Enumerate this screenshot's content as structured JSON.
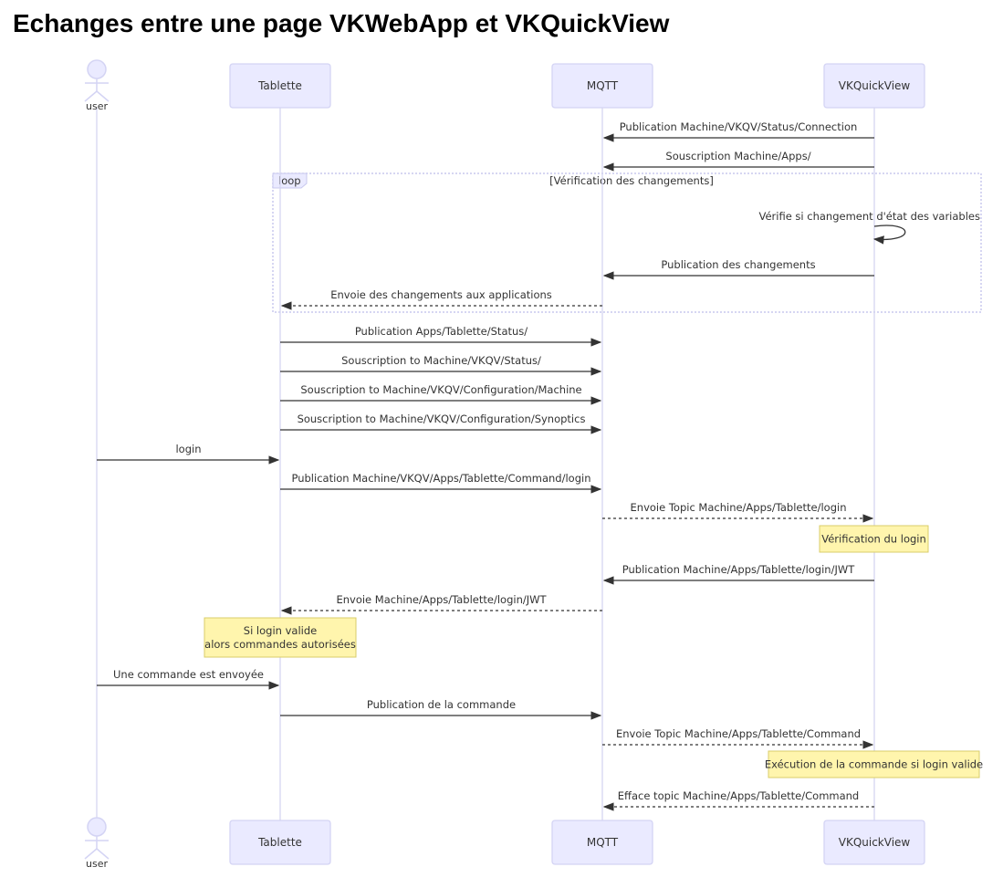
{
  "title": "Echanges entre une page VKWebApp et VKQuickView",
  "participants": [
    {
      "id": "user",
      "label": "user",
      "kind": "person"
    },
    {
      "id": "tablette",
      "label": "Tablette",
      "kind": "box"
    },
    {
      "id": "mqtt",
      "label": "MQTT",
      "kind": "box"
    },
    {
      "id": "vkqv",
      "label": "VKQuickView",
      "kind": "box"
    }
  ],
  "loop": {
    "keyword": "loop",
    "label": "[Vérification des changements]"
  },
  "messages": [
    {
      "from": "vkqv",
      "to": "mqtt",
      "label": "Publication Machine/VKQV/Status/Connection",
      "style": "solid"
    },
    {
      "from": "vkqv",
      "to": "mqtt",
      "label": "Souscription Machine/Apps/",
      "style": "solid"
    },
    {
      "from": "vkqv",
      "to": "vkqv",
      "label": "Vérifie si changement d'état des variables",
      "style": "solid"
    },
    {
      "from": "vkqv",
      "to": "mqtt",
      "label": "Publication des changements",
      "style": "solid"
    },
    {
      "from": "mqtt",
      "to": "tablette",
      "label": "Envoie des changements aux applications",
      "style": "dashed"
    },
    {
      "from": "tablette",
      "to": "mqtt",
      "label": "Publication Apps/Tablette/Status/",
      "style": "solid"
    },
    {
      "from": "tablette",
      "to": "mqtt",
      "label": "Souscription to Machine/VKQV/Status/",
      "style": "solid"
    },
    {
      "from": "tablette",
      "to": "mqtt",
      "label": "Souscription to Machine/VKQV/Configuration/Machine",
      "style": "solid"
    },
    {
      "from": "tablette",
      "to": "mqtt",
      "label": "Souscription to Machine/VKQV/Configuration/Synoptics",
      "style": "solid"
    },
    {
      "from": "user",
      "to": "tablette",
      "label": "login",
      "style": "solid"
    },
    {
      "from": "tablette",
      "to": "mqtt",
      "label": "Publication Machine/VKQV/Apps/Tablette/Command/login",
      "style": "solid"
    },
    {
      "from": "mqtt",
      "to": "vkqv",
      "label": "Envoie Topic Machine/Apps/Tablette/login",
      "style": "dashed"
    },
    {
      "from": "vkqv",
      "to": "mqtt",
      "label": "Publication Machine/Apps/Tablette/login/JWT",
      "style": "solid"
    },
    {
      "from": "mqtt",
      "to": "tablette",
      "label": "Envoie Machine/Apps/Tablette/login/JWT",
      "style": "dashed"
    },
    {
      "from": "user",
      "to": "tablette",
      "label": "Une commande est envoyée",
      "style": "solid"
    },
    {
      "from": "tablette",
      "to": "mqtt",
      "label": "Publication de la commande",
      "style": "solid"
    },
    {
      "from": "mqtt",
      "to": "vkqv",
      "label": "Envoie Topic Machine/Apps/Tablette/Command",
      "style": "dashed"
    },
    {
      "from": "vkqv",
      "to": "mqtt",
      "label": "Efface topic Machine/Apps/Tablette/Command",
      "style": "dashed"
    }
  ],
  "notes": [
    {
      "over": "vkqv",
      "lines": [
        "Vérification du login"
      ]
    },
    {
      "over": "tablette",
      "lines": [
        "Si login valide",
        "alors commandes autorisées"
      ]
    },
    {
      "over": "vkqv",
      "lines": [
        "Exécution de la commande si login valide"
      ]
    }
  ],
  "colors": {
    "actor_fill": "#eaeaff",
    "actor_stroke": "#d4d4f4",
    "lifeline": "#d6d6f0",
    "arrow": "#333333",
    "note_fill": "#fff5ad",
    "note_stroke": "#d9cd6a",
    "loop_stroke": "#c8c8ee",
    "loop_label_fill": "#eaeaff"
  }
}
